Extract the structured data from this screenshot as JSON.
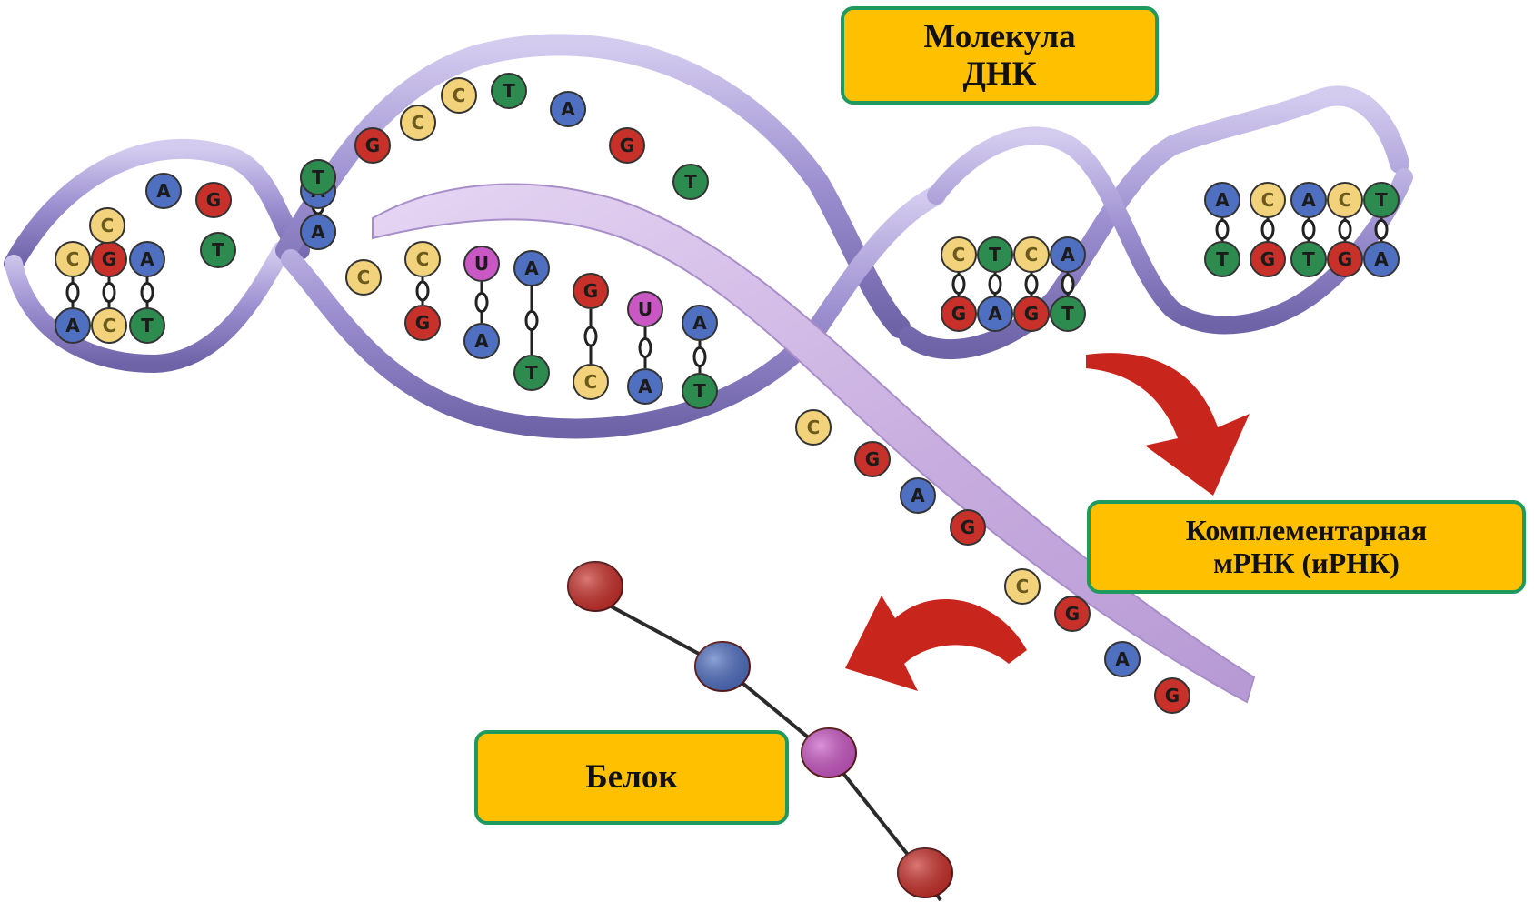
{
  "labels": {
    "dna": [
      "Молекула",
      "ДНК"
    ],
    "mrna": [
      "Комплементарная",
      "мРНК (иРНК)"
    ],
    "protein": "Белок"
  },
  "colors": {
    "label_fill": "#ffc000",
    "label_border": "#1f9a5e",
    "ribbon": "#9c8fd0",
    "mrna_ribbon": "#cbb2e2",
    "arrow": "#c8261d",
    "nucleotide_A": "#4f6fc0",
    "nucleotide_C": "#f2d27a",
    "nucleotide_G": "#c8302a",
    "nucleotide_T": "#2e8b50",
    "nucleotide_U": "#c958c4"
  },
  "bases": {
    "top_strand_left": [
      "C",
      "A",
      "G",
      "T"
    ],
    "upper_strand_top": [
      "G",
      "C",
      "C",
      "T",
      "A",
      "G",
      "T",
      "A"
    ],
    "upper_rungs": [
      [
        "A",
        "T"
      ],
      [
        "T",
        "A"
      ]
    ],
    "middle_left": [
      [
        "C",
        "A"
      ],
      [
        "G",
        "C"
      ],
      [
        "A",
        "T"
      ]
    ],
    "mrna_on_template": [
      "C",
      "C",
      "U",
      "A",
      "G",
      "U",
      "A"
    ],
    "template_bottom": [
      "G",
      "A",
      "T",
      "C",
      "A",
      "T"
    ],
    "right_helix_1": [
      [
        "C",
        "G"
      ],
      [
        "T",
        "A"
      ],
      [
        "C",
        "G"
      ],
      [
        "A",
        "T"
      ]
    ],
    "right_helix_2": [
      [
        "A",
        "T"
      ],
      [
        "C",
        "G"
      ],
      [
        "A",
        "T"
      ],
      [
        "C",
        "G"
      ],
      [
        "T",
        "A"
      ]
    ],
    "released_mrna": [
      "C",
      "G",
      "A",
      "G",
      "C",
      "G",
      "A",
      "G"
    ]
  },
  "protein_chain": [
    "G",
    "A",
    "U",
    "G"
  ]
}
